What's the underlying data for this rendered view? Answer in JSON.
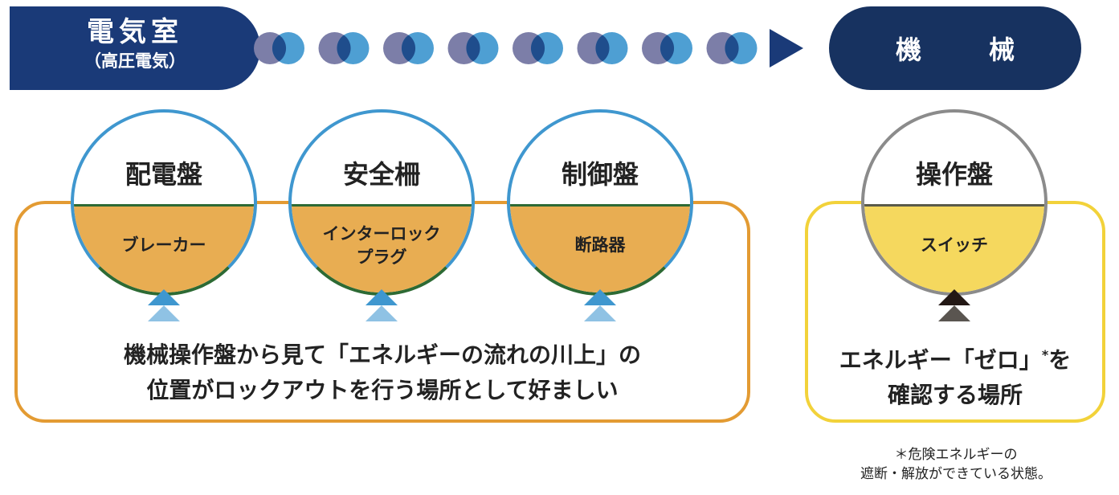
{
  "source": {
    "title": "電気室",
    "subtitle": "（高圧電気）"
  },
  "target": {
    "title": "機　械"
  },
  "circles": [
    {
      "title": "配電盤",
      "lines": [
        "ブレーカー"
      ]
    },
    {
      "title": "安全柵",
      "lines": [
        "インターロック",
        "プラグ"
      ]
    },
    {
      "title": "制御盤",
      "lines": [
        "断路器"
      ]
    }
  ],
  "panel_circle": {
    "title": "操作盤",
    "lines": [
      "スイッチ"
    ]
  },
  "left_message": [
    "機械操作盤から見て「エネルギーの流れの川上」の",
    "位置がロックアウトを行う場所として好ましい"
  ],
  "right_message": {
    "line1": "エネルギー「ゼロ」",
    "mark": "*",
    "line1_end": "を",
    "line2": "確認する場所"
  },
  "footnote": [
    "＊危険エネルギーの",
    "遮断・解放ができている状態。"
  ],
  "colors": {
    "navy": "#1a3a78",
    "blue": "#3f97cf",
    "orange": "#e39b33",
    "yellow": "#f2d23a"
  }
}
